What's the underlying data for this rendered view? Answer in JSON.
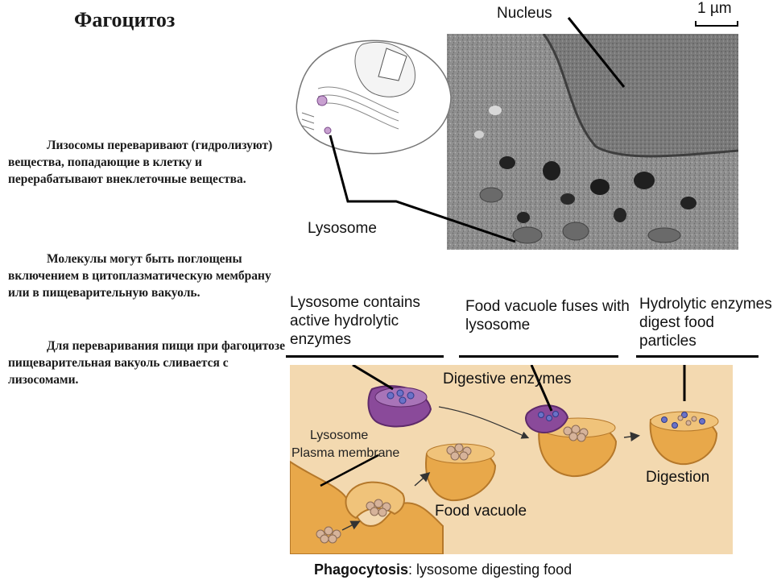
{
  "title": "Фагоцитоз",
  "paragraphs": [
    "Лизосомы переваривают (гидролизуют) вещества, попадающие в клетку и перерабатывают внеклеточные вещества.",
    "Молекулы могут быть поглощены включением в цитоплазматическую мембрану или в пищеварительную вакуоль.",
    "Для переваривания пищи при фагоцитозе пищеварительная вакуоль сливается с лизосомами."
  ],
  "micrograph": {
    "nucleus_label": "Nucleus",
    "scale_label": "1 µm",
    "lysosome_label": "Lysosome"
  },
  "diagram": {
    "stage1": "Lysosome contains active hydrolytic enzymes",
    "stage2": "Food vacuole fuses with lysosome",
    "stage3": "Hydrolytic enzymes digest food particles",
    "digestive_enzymes": "Digestive enzymes",
    "lysosome": "Lysosome",
    "plasma_membrane": "Plasma membrane",
    "food_vacuole": "Food vacuole",
    "digestion": "Digestion"
  },
  "caption": {
    "bold": "Phagocytosis",
    "rest": ": lysosome digesting food"
  },
  "colors": {
    "panel_bg": "#f3d9b0",
    "lysosome_purple": "#8a4a9a",
    "vacuole_orange": "#e8a84a",
    "food_particle": "#d6b39a",
    "enzyme_dot": "#6a72c8"
  }
}
